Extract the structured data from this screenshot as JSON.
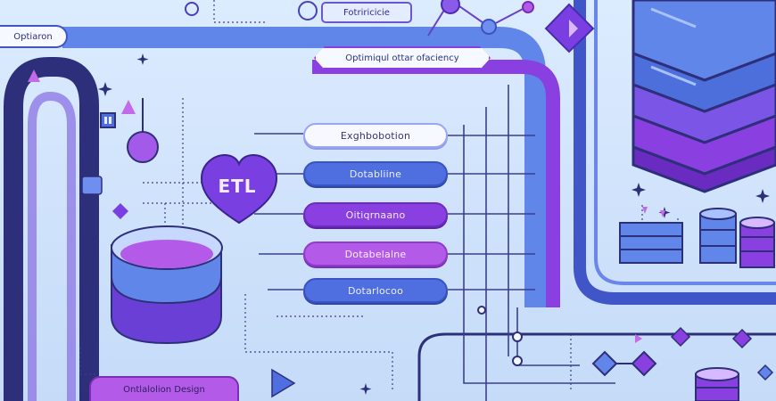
{
  "labels": {
    "top_left_tab": "Optiaron",
    "top_center_tab": "Fotriricicie",
    "banner": "Optimiqul ottar ofaciency",
    "etl": "ETL",
    "bottom_left_tab": "Ontlalolion Design"
  },
  "pipeline_steps": [
    {
      "label": "Exghbobotion",
      "style": "light"
    },
    {
      "label": "Dotabliine",
      "style": "blue"
    },
    {
      "label": "Oitiqrnaano",
      "style": "purple"
    },
    {
      "label": "Dotabelalne",
      "style": "violet"
    },
    {
      "label": "Dotarlocoo",
      "style": "blue"
    }
  ],
  "colors": {
    "background": "#d6e8fd",
    "primary_blue": "#4f6fe0",
    "primary_purple": "#8a3fe0",
    "accent_violet": "#b45ae8",
    "navy_line": "#2e2f7a"
  }
}
